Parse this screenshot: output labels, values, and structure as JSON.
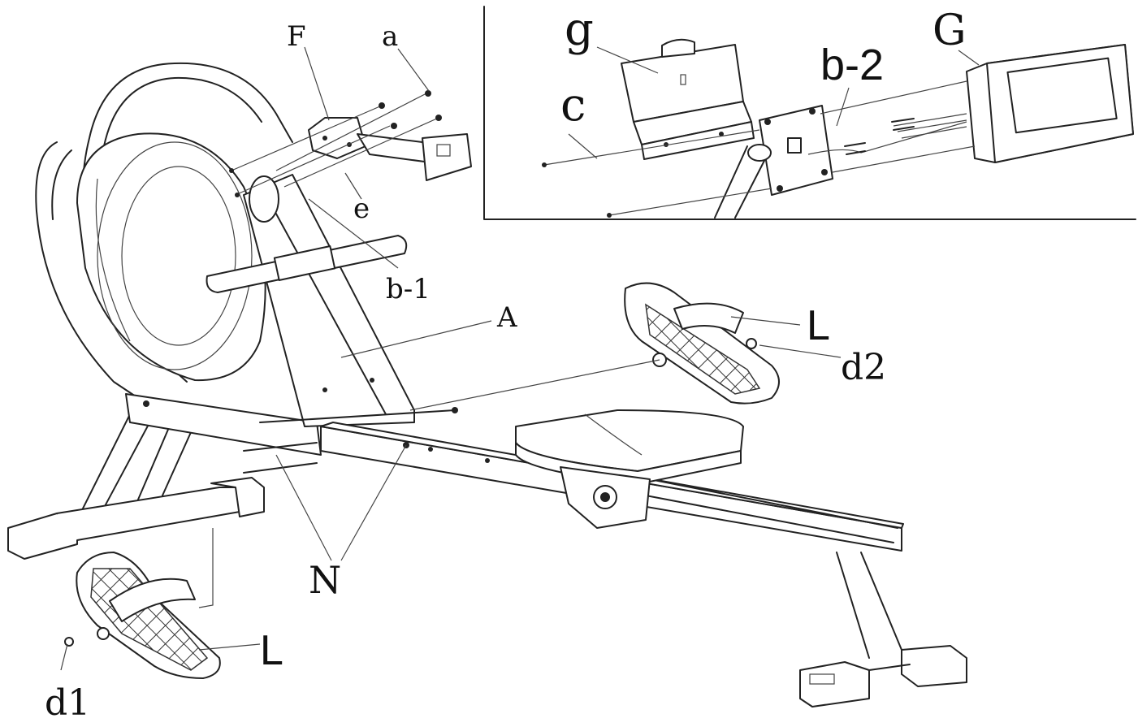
{
  "labels": {
    "F": "F",
    "a": "a",
    "e": "e",
    "b1": "b-1",
    "A": "A",
    "L_right": "L",
    "d2": "d2",
    "N": "N",
    "L_left": "L",
    "d1": "d1",
    "g": "g",
    "c": "c",
    "b2": "b-2",
    "G": "G"
  }
}
